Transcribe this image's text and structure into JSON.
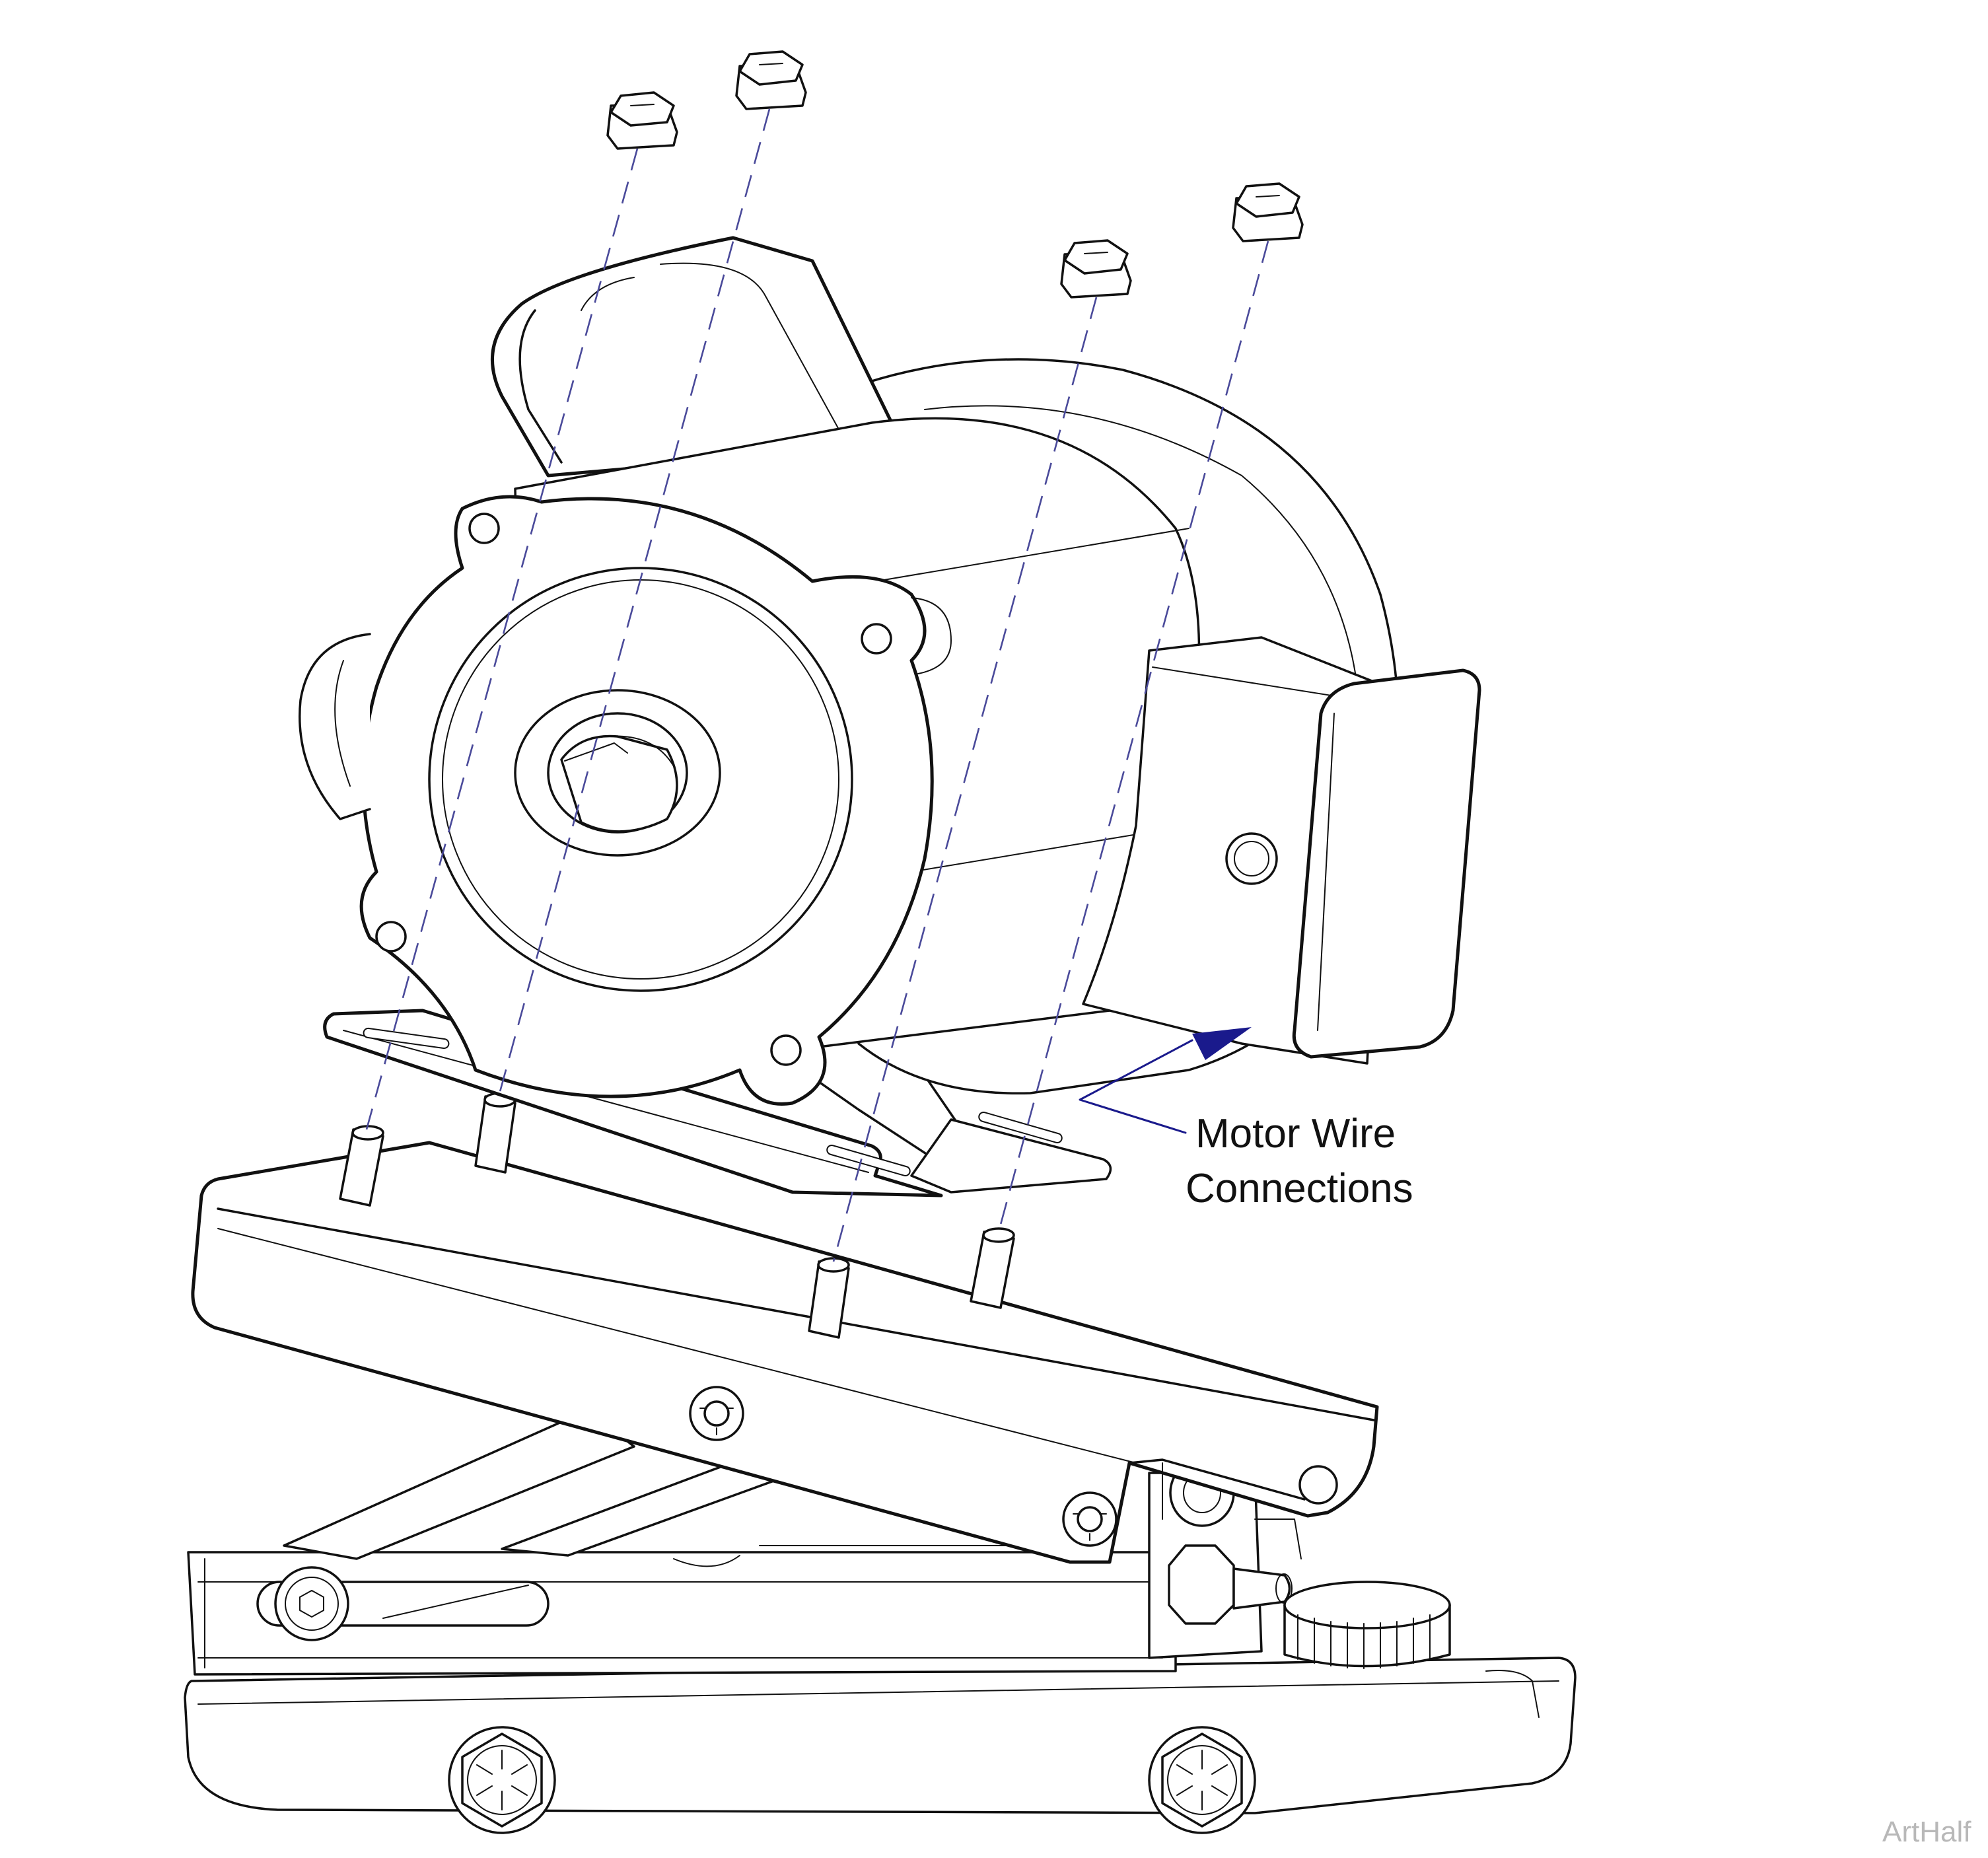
{
  "callout": {
    "line1": "Motor Wire",
    "line2": "Connections",
    "arrow_color": "#1a1a8c"
  },
  "watermark": "ArtHalf",
  "colors": {
    "line": "#111111",
    "dashed_guide": "#4a4a9a",
    "background": "#ffffff"
  }
}
